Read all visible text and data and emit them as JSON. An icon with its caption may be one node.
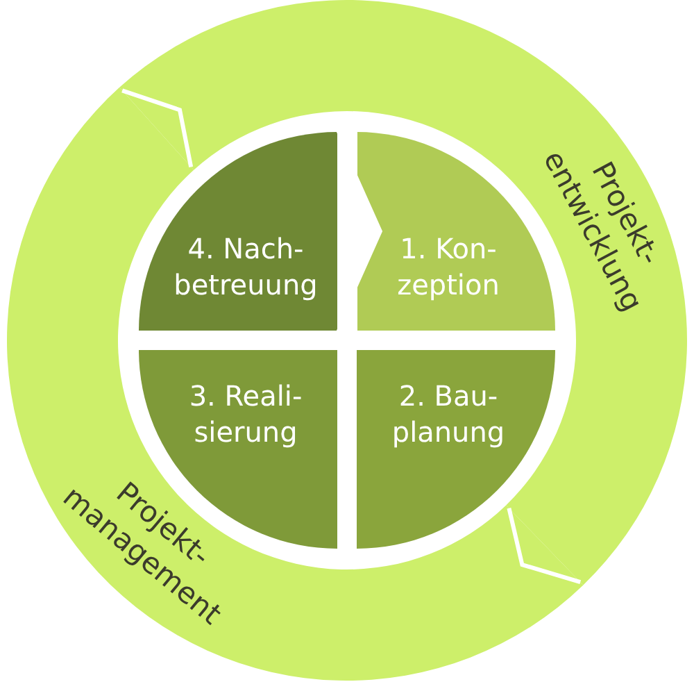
{
  "diagram": {
    "nodes": [
      {
        "text": [
          "Projekt-entwicklung"
        ]
      },
      {
        "text": [
          "Projekt-management"
        ]
      },
      {
        "text": [
          "1. Kon-zeption"
        ]
      },
      {
        "text": [
          "2. Bau-planung"
        ]
      },
      {
        "text": [
          "3. Reali-sierung"
        ]
      },
      {
        "text": [
          "4. Nach-betreuung"
        ]
      }
    ],
    "edges": [
      {
        "from": 5,
        "to": 2,
        "arrow": "to"
      }
    ]
  }
}
